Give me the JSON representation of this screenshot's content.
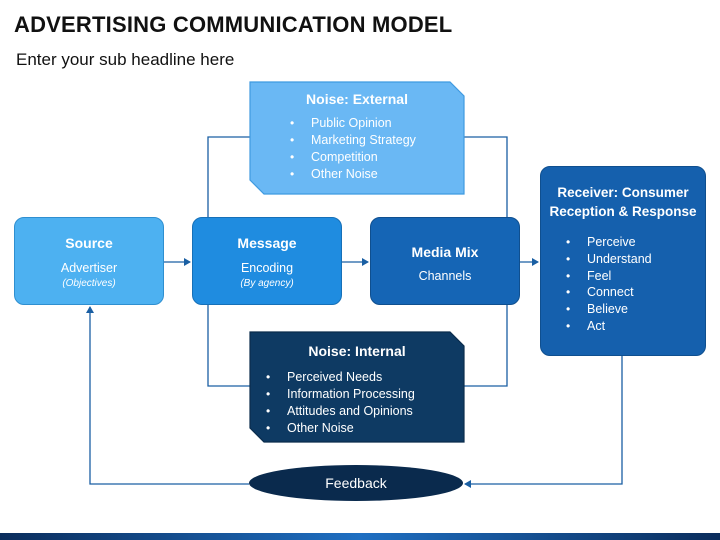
{
  "header": {
    "title": "ADVERTISING COMMUNICATION MODEL",
    "subtitle": "Enter your sub headline here"
  },
  "source": {
    "title": "Source",
    "line": "Advertiser",
    "note": "(Objectives)"
  },
  "message": {
    "title": "Message",
    "line": "Encoding",
    "note": "(By agency)"
  },
  "media": {
    "title": "Media Mix",
    "line": "Channels"
  },
  "receiver": {
    "title": "Receiver: Consumer Reception & Response",
    "items": [
      "Perceive",
      "Understand",
      "Feel",
      "Connect",
      "Believe",
      "Act"
    ]
  },
  "noise_external": {
    "title": "Noise: External",
    "items": [
      "Public Opinion",
      "Marketing Strategy",
      "Competition",
      "Other Noise"
    ]
  },
  "noise_internal": {
    "title": "Noise: Internal",
    "items": [
      "Perceived Needs",
      "Information Processing",
      "Attitudes and Opinions",
      "Other Noise"
    ]
  },
  "feedback": {
    "label": "Feedback"
  },
  "colors": {
    "source": "#4db1f1",
    "message": "#1f8ce0",
    "media": "#1565b5",
    "receiver": "#1560ad",
    "noise_external": "#6ab8f4",
    "noise_internal": "#0e3a63",
    "feedback": "#0a2a4d",
    "connector": "#1a5fa3"
  }
}
